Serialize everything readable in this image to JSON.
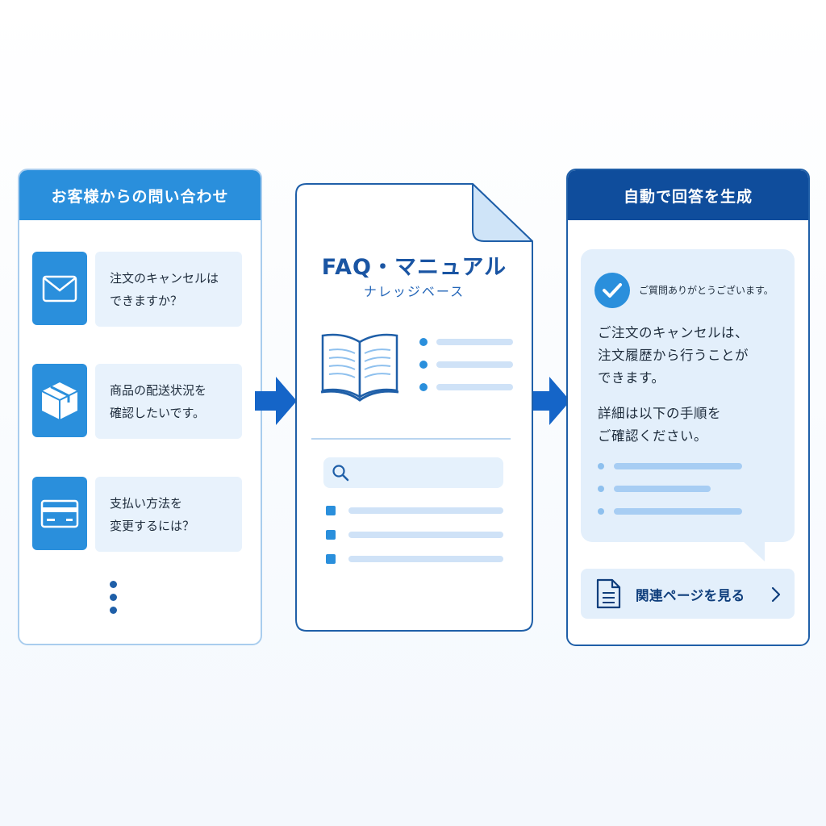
{
  "left_panel": {
    "title": "お客様からの問い合わせ",
    "questions": [
      {
        "icon": "mail-icon",
        "text": "注文のキャンセルは\nできますか？"
      },
      {
        "icon": "package-icon",
        "text": "商品の配送状況を\n確認したいです。"
      },
      {
        "icon": "credit-card-icon",
        "text": "支払い方法を\n変更するには？"
      }
    ],
    "more_icon": "vertical-ellipsis-icon"
  },
  "middle_doc": {
    "title": "FAQ・マニュアル",
    "subtitle": "ナレッジベース",
    "book_icon": "open-book-icon",
    "search_icon": "search-icon"
  },
  "right_panel": {
    "title": "自動で回答を生成",
    "greeting": "ご質問ありがとうございます。",
    "answer_para1": "ご注文のキャンセルは、\n注文履歴から行うことが\nできます。",
    "answer_para2": "詳細は以下の手順を\nご確認ください。",
    "related_link": "関連ページを見る",
    "related_icon": "document-icon",
    "chevron_icon": "chevron-right-icon"
  },
  "colors": {
    "accent": "#2a8fdc",
    "dark_accent": "#0f4d9c",
    "light_fill": "#e3effb"
  }
}
